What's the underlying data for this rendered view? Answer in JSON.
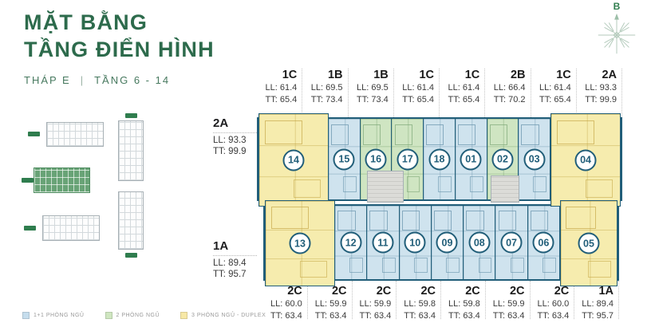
{
  "header": {
    "title_line1": "MẶT BẰNG",
    "title_line2": "TẦNG ĐIỂN HÌNH",
    "tower": "THÁP E",
    "separator": "|",
    "floors": "TẦNG 6 - 14"
  },
  "compass": {
    "north_label": "B"
  },
  "site_plan": {
    "buildings": [
      {
        "id": "b1",
        "highlighted": false
      },
      {
        "id": "b2",
        "highlighted": true
      },
      {
        "id": "b3",
        "highlighted": false
      },
      {
        "id": "b4",
        "highlighted": false
      },
      {
        "id": "b5",
        "highlighted": false
      }
    ]
  },
  "plan": {
    "left_labels": [
      {
        "type": "2A",
        "ll": "LL: 93.3",
        "tt": "TT: 99.9"
      },
      {
        "type": "1A",
        "ll": "LL: 89.4",
        "tt": "TT: 95.7"
      }
    ],
    "top_labels": [
      {
        "type": "1C",
        "ll": "LL: 61.4",
        "tt": "TT: 65.4"
      },
      {
        "type": "1B",
        "ll": "LL: 69.5",
        "tt": "TT: 73.4"
      },
      {
        "type": "1B",
        "ll": "LL: 69.5",
        "tt": "TT: 73.4"
      },
      {
        "type": "1C",
        "ll": "LL: 61.4",
        "tt": "TT: 65.4"
      },
      {
        "type": "1C",
        "ll": "LL: 61.4",
        "tt": "TT: 65.4"
      },
      {
        "type": "2B",
        "ll": "LL: 66.4",
        "tt": "TT: 70.2"
      },
      {
        "type": "1C",
        "ll": "LL: 61.4",
        "tt": "TT: 65.4"
      },
      {
        "type": "2A",
        "ll": "LL: 93.3",
        "tt": "TT: 99.9"
      }
    ],
    "bottom_labels": [
      {
        "type": "2C",
        "ll": "LL: 60.0",
        "tt": "TT: 63.4"
      },
      {
        "type": "2C",
        "ll": "LL: 59.9",
        "tt": "TT: 63.4"
      },
      {
        "type": "2C",
        "ll": "LL: 59.9",
        "tt": "TT: 63.4"
      },
      {
        "type": "2C",
        "ll": "LL: 59.8",
        "tt": "TT: 63.4"
      },
      {
        "type": "2C",
        "ll": "LL: 59.8",
        "tt": "TT: 63.4"
      },
      {
        "type": "2C",
        "ll": "LL: 59.9",
        "tt": "TT: 63.4"
      },
      {
        "type": "2C",
        "ll": "LL: 60.0",
        "tt": "TT: 63.4"
      },
      {
        "type": "1A",
        "ll": "LL: 89.4",
        "tt": "TT: 95.7"
      }
    ],
    "top_units": [
      {
        "number": "14",
        "color": "yellow",
        "corner": true
      },
      {
        "number": "15",
        "color": "blue"
      },
      {
        "number": "16",
        "color": "green"
      },
      {
        "number": "17",
        "color": "green"
      },
      {
        "number": "18",
        "color": "blue"
      },
      {
        "number": "01",
        "color": "blue"
      },
      {
        "number": "02",
        "color": "green"
      },
      {
        "number": "03",
        "color": "blue"
      },
      {
        "number": "04",
        "color": "yellow",
        "corner": true
      }
    ],
    "bottom_units": [
      {
        "number": "13",
        "color": "yellow",
        "corner": true
      },
      {
        "number": "12",
        "color": "blue"
      },
      {
        "number": "11",
        "color": "blue"
      },
      {
        "number": "10",
        "color": "blue"
      },
      {
        "number": "09",
        "color": "blue"
      },
      {
        "number": "08",
        "color": "blue"
      },
      {
        "number": "07",
        "color": "blue"
      },
      {
        "number": "06",
        "color": "blue"
      },
      {
        "number": "05",
        "color": "yellow",
        "corner": true
      }
    ]
  },
  "legend": {
    "items": [
      {
        "label": "1+1 PHÒNG NGỦ",
        "color": "#c5dded"
      },
      {
        "label": "2 PHÒNG NGỦ",
        "color": "#cfe6c0"
      },
      {
        "label": "3 PHÒNG NGỦ - DUPLEX",
        "color": "#f7e8a6"
      }
    ]
  },
  "colors": {
    "accent_green": "#2d6b4c",
    "wall_teal": "#215e79",
    "unit_blue": "#cfe3ee",
    "unit_green": "#cfe5c2",
    "unit_yellow": "#f6ecae"
  }
}
